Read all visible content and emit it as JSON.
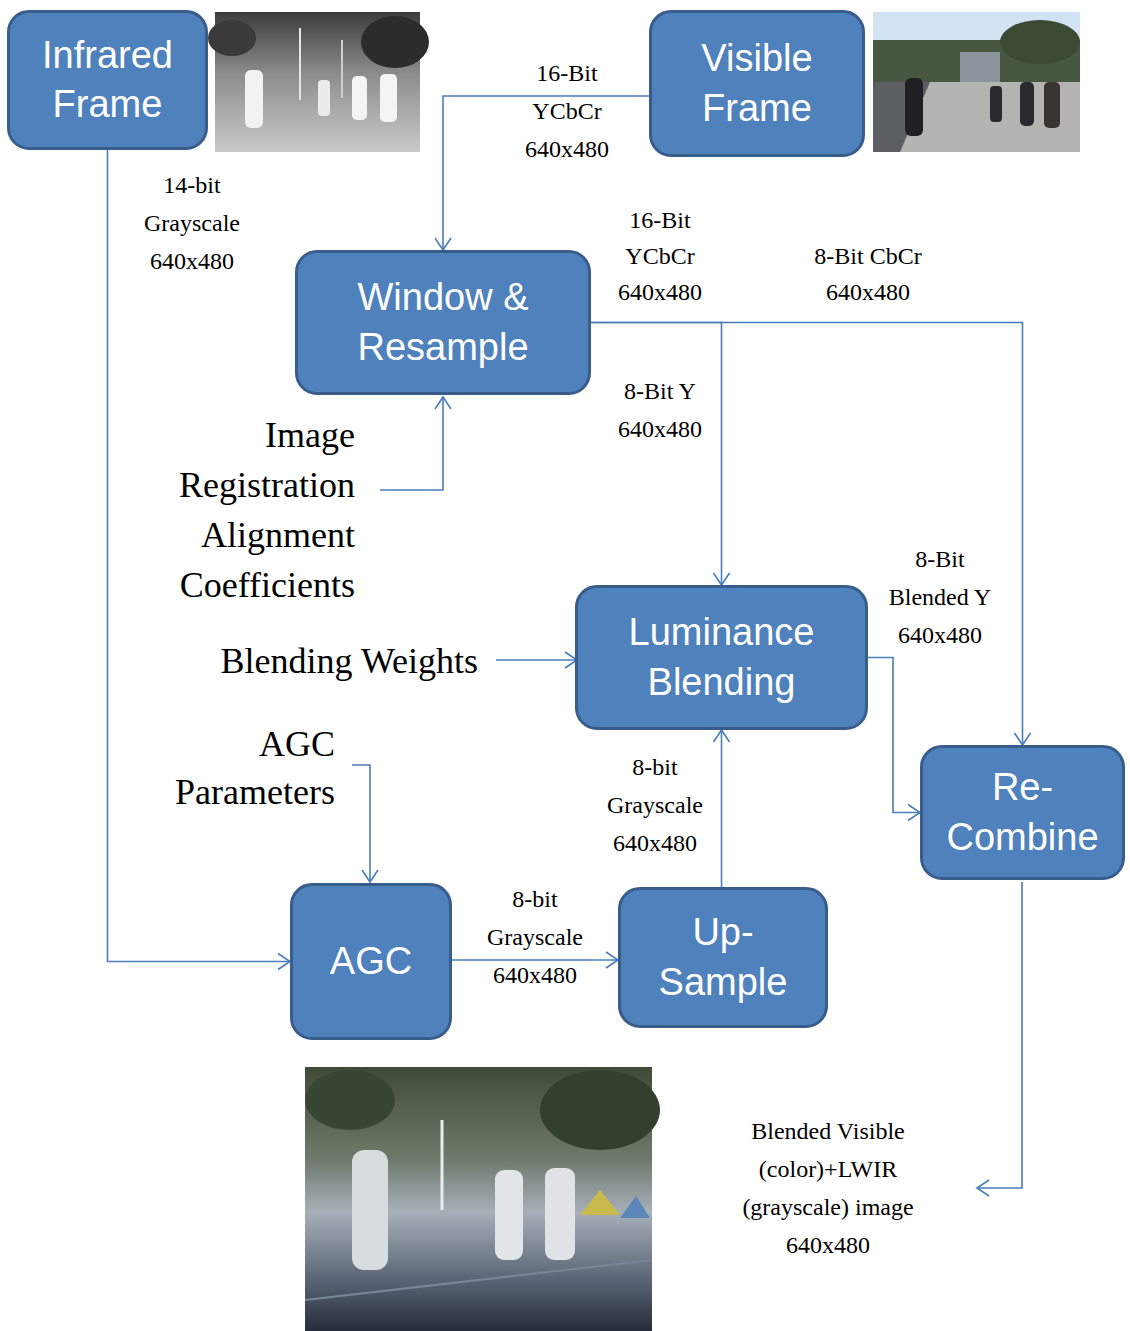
{
  "diagram": {
    "nodes": [
      {
        "text": [
          "Infrared Frame"
        ]
      },
      {
        "text": [
          "Visible Frame"
        ]
      },
      {
        "text": [
          "Window & Resample"
        ]
      },
      {
        "text": [
          "Luminance Blending"
        ]
      },
      {
        "text": [
          "Re-Combine"
        ]
      },
      {
        "text": [
          "AGC"
        ]
      },
      {
        "text": [
          "Up-Sample"
        ]
      }
    ],
    "edges": [
      {
        "from": 0,
        "to": 5,
        "label": "14-bit Grayscale 640x480",
        "arrow": "to"
      },
      {
        "from": 1,
        "to": 2,
        "label": "16-Bit YCbCr 640x480",
        "arrow": "to"
      },
      {
        "from": 2,
        "to": 3,
        "label": "8-Bit Y 640x480",
        "arrow": "to"
      },
      {
        "from": 2,
        "to": 4,
        "label": "8-Bit CbCr 640x480",
        "arrow": "to"
      },
      {
        "from": 3,
        "to": 4,
        "label": "8-Bit Blended Y 640x480",
        "arrow": "to"
      },
      {
        "from": 5,
        "to": 6,
        "label": "8-bit Grayscale 640x480",
        "arrow": "to"
      },
      {
        "from": 6,
        "to": 3,
        "label": "8-bit Grayscale 640x480",
        "arrow": "to"
      }
    ],
    "labels": [
      "16-Bit YCbCr 640x480",
      "Image Registration Alignment Coefficients",
      "Blending Weights",
      "AGC Parameters",
      "Blended Visible (color)+LWIR (grayscale) image 640x480"
    ]
  }
}
